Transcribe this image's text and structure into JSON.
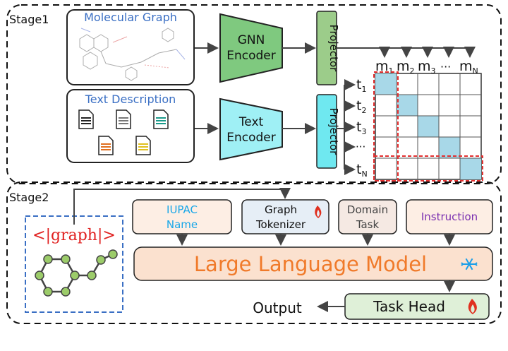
{
  "stage1": {
    "label": "Stage1",
    "molecular_graph_title": "Molecular Graph",
    "text_description_title": "Text Description",
    "gnn_encoder": [
      "GNN",
      "Encoder"
    ],
    "text_encoder": [
      "Text",
      "Encoder"
    ],
    "projector": "Projector",
    "matrix_cols": [
      "m",
      "1",
      "m",
      "2",
      "m",
      "3",
      "···",
      "m",
      "N"
    ],
    "matrix_rows": [
      "t",
      "1",
      "t",
      "2",
      "t",
      "3",
      "···",
      "t",
      "N"
    ]
  },
  "stage2": {
    "label": "Stage2",
    "graph_token": "<|graph|>",
    "inputs": {
      "iupac": [
        "IUPAC",
        "Name"
      ],
      "graph_tokenizer": [
        "Graph",
        "Tokenizer"
      ],
      "domain_task": [
        "Domain",
        "Task"
      ],
      "instruction": "Instruction"
    },
    "llm": "Large Language Model",
    "task_head": "Task Head",
    "output": "Output"
  },
  "colors": {
    "gnn_fill": "#7fc97f",
    "text_encoder_fill": "#9ff0f5",
    "projector_gnn": "#9ccc8a",
    "projector_text": "#6fe8f0",
    "diag_cell": "#a8d8e8",
    "llm_fill": "#fbe1cf",
    "llm_text": "#f07a2a",
    "iupac_text": "#1aa7e8",
    "instruction_text": "#7a2fb0",
    "graph_token_text": "#e0201f",
    "title_blue": "#3a6fc4",
    "dashed_red": "#e23030",
    "dashed_blue": "#3a6fc4",
    "task_head_fill": "#dff0d8",
    "domain_fill": "#f5e9e3",
    "tokenizer_fill": "#e6eef6",
    "iupac_fill": "#fdeee4"
  }
}
